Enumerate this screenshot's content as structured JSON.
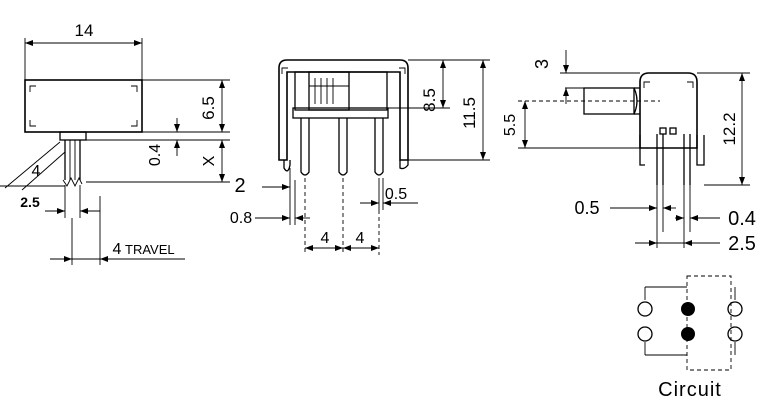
{
  "dimensions": {
    "left": {
      "width": "14",
      "height": "6.5",
      "offset_small": "0.4",
      "var": "X",
      "lead_angle": "4",
      "lead_pitch": "2.5",
      "travel": "4",
      "travel_label": "TRAVEL"
    },
    "middle": {
      "height_a": "8.5",
      "height_b": "11.5",
      "pin_a": "2",
      "pin_b": "0.8",
      "thickness": "0.5",
      "spacing_1": "4",
      "spacing_2": "4"
    },
    "right": {
      "top": "3",
      "center": "5.5",
      "height": "12.2",
      "pin_thk": "0.5",
      "gap": "0.4",
      "pitch": "2.5"
    }
  },
  "circuit": {
    "label": "Circuit"
  }
}
